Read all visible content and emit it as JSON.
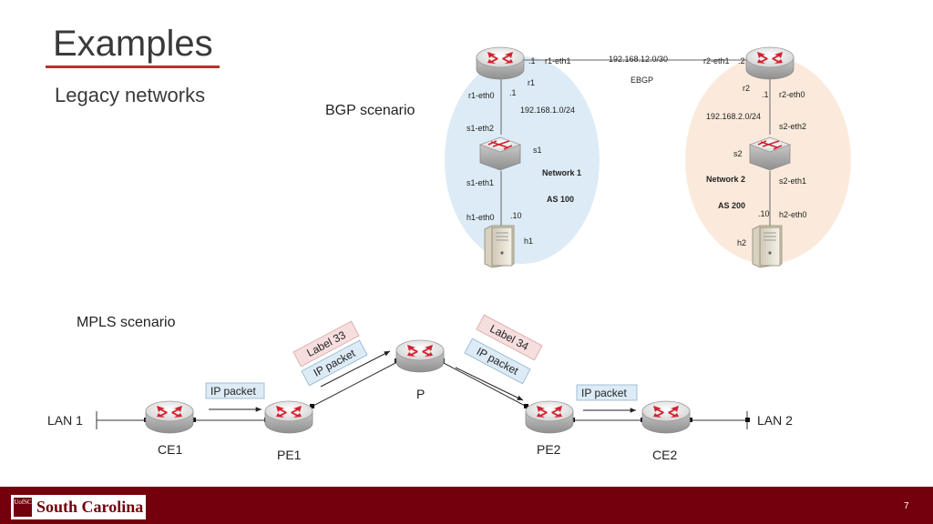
{
  "slide": {
    "title": "Examples",
    "subtitle": "Legacy networks",
    "page_number": "7"
  },
  "colors": {
    "accent": "#b8322d",
    "footer": "#73000a",
    "network1": "#dcebf5",
    "network2": "#fbeadb",
    "label_pink": "#f6dede",
    "label_blue": "#dcebf5"
  },
  "footer": {
    "logo_mark": "UofSC",
    "logo_text": "South Carolina"
  },
  "bgp": {
    "scenario_label": "BGP scenario",
    "link_subnet": "192.168.12.0/30",
    "link_protocol": "EBGP",
    "network1": {
      "name": "Network 1",
      "as": "AS 100",
      "router": "r1",
      "router_eth1": "r1-eth1",
      "router_eth1_ip": ".1",
      "router_eth0": "r1-eth0",
      "router_eth0_ip": ".1",
      "subnet": "192.168.1.0/24",
      "switch": "s1",
      "switch_eth2": "s1-eth2",
      "switch_eth1": "s1-eth1",
      "host": "h1",
      "host_eth0": "h1-eth0",
      "host_ip": ".10"
    },
    "network2": {
      "name": "Network 2",
      "as": "AS 200",
      "router": "r2",
      "router_eth1": "r2-eth1",
      "router_eth1_ip": ".2",
      "router_eth0": "r2-eth0",
      "router_eth0_ip": ".1",
      "subnet": "192.168.2.0/24",
      "switch": "s2",
      "switch_eth2": "s2-eth2",
      "switch_eth1": "s2-eth1",
      "host": "h2",
      "host_eth0": "h2-eth0",
      "host_ip": ".10"
    }
  },
  "mpls": {
    "scenario_label": "MPLS scenario",
    "lan_left": "LAN 1",
    "lan_right": "LAN 2",
    "routers": [
      "CE1",
      "PE1",
      "P",
      "PE2",
      "CE2"
    ],
    "packet_left": "IP packet",
    "packet_right": "IP packet",
    "label_left": "Label 33",
    "packet_mid_left": "IP packet",
    "label_right": "Label 34",
    "packet_mid_right": "IP packet"
  }
}
